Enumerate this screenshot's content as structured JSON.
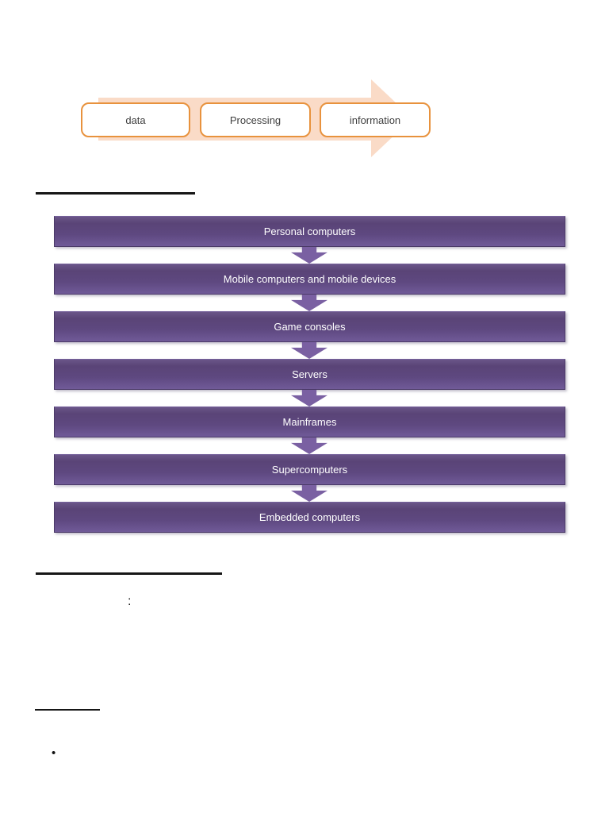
{
  "process_flow": {
    "steps": [
      "data",
      "Processing",
      "information"
    ],
    "arrow_fill": "#fadbc7",
    "box_border_color": "#e8923d",
    "box_text_color": "#3f3f3f"
  },
  "computer_types": {
    "items": [
      "Personal computers",
      "Mobile computers and mobile devices",
      "Game consoles",
      "Servers",
      "Mainframes",
      "Supercomputers",
      "Embedded computers"
    ],
    "box_fill_top": "#6a5588",
    "box_fill_bottom": "#705a98",
    "connector_color": "#7a60a2",
    "text_color": "#ffffff"
  },
  "text_fragments": {
    "colon": ":",
    "bullet": "•"
  }
}
